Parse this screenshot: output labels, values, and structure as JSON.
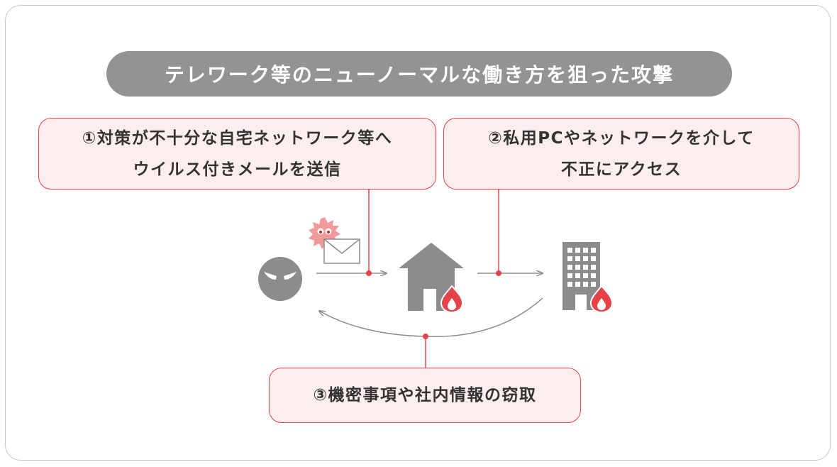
{
  "title": "テレワーク等のニューノーマルな働き方を狙った攻撃",
  "steps": [
    {
      "line1": "①対策が不十分な自宅ネットワーク等へ",
      "line2": "ウイルス付きメールを送信"
    },
    {
      "line1": "②私用PCやネットワークを介して",
      "line2": "不正にアクセス"
    },
    {
      "line1": "③機密事項や社内情報の窃取"
    }
  ],
  "icons": {
    "attacker": "attacker-face-icon",
    "virus": "virus-icon",
    "mail": "envelope-icon",
    "home": "house-icon",
    "office": "office-building-icon",
    "fire": "fire-icon"
  },
  "colors": {
    "accent": "#e5424a",
    "callout_bg": "#fdeeee",
    "gray": "#8c8c8c",
    "title_bg": "#939393"
  }
}
